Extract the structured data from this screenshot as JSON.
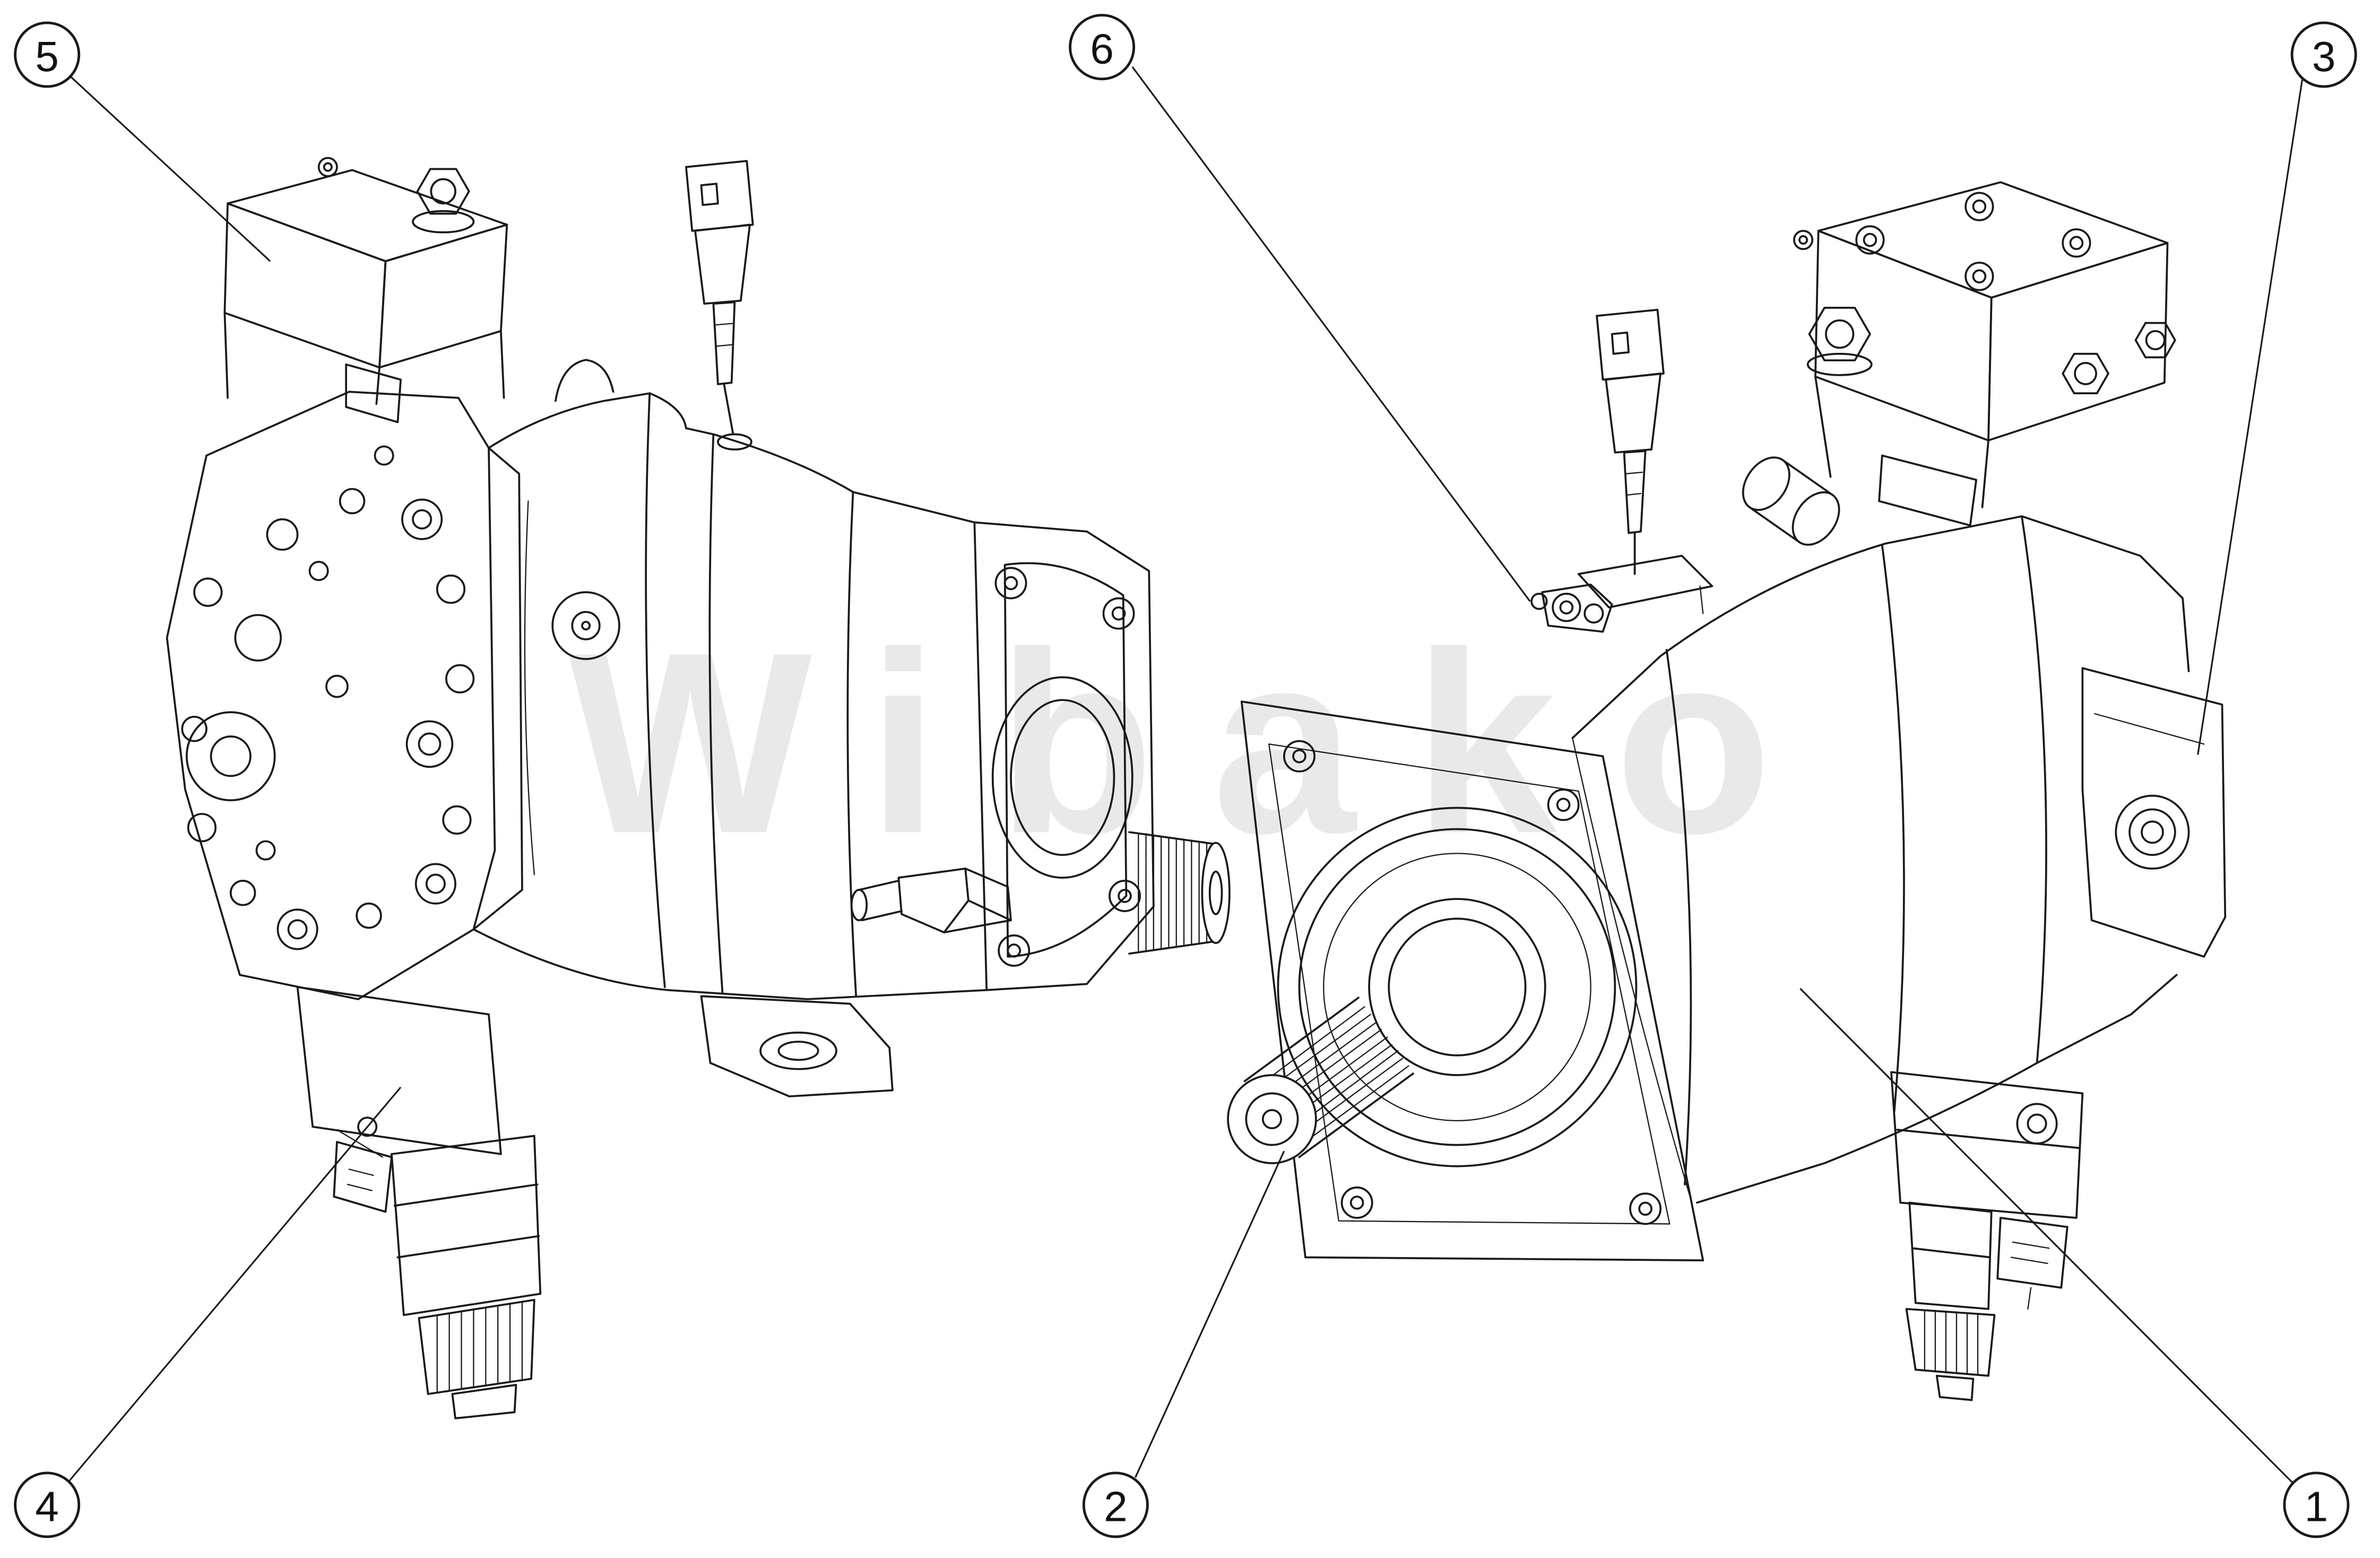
{
  "watermark": {
    "text": "Wibako"
  },
  "callouts": [
    {
      "label": "5"
    },
    {
      "label": "6"
    },
    {
      "label": "3"
    },
    {
      "label": "4"
    },
    {
      "label": "2"
    },
    {
      "label": "1"
    }
  ],
  "colors": {
    "background": "#ffffff",
    "line_art": "#1a1a1a",
    "watermark": "#e9e9e9",
    "callout_text": "#111111"
  }
}
